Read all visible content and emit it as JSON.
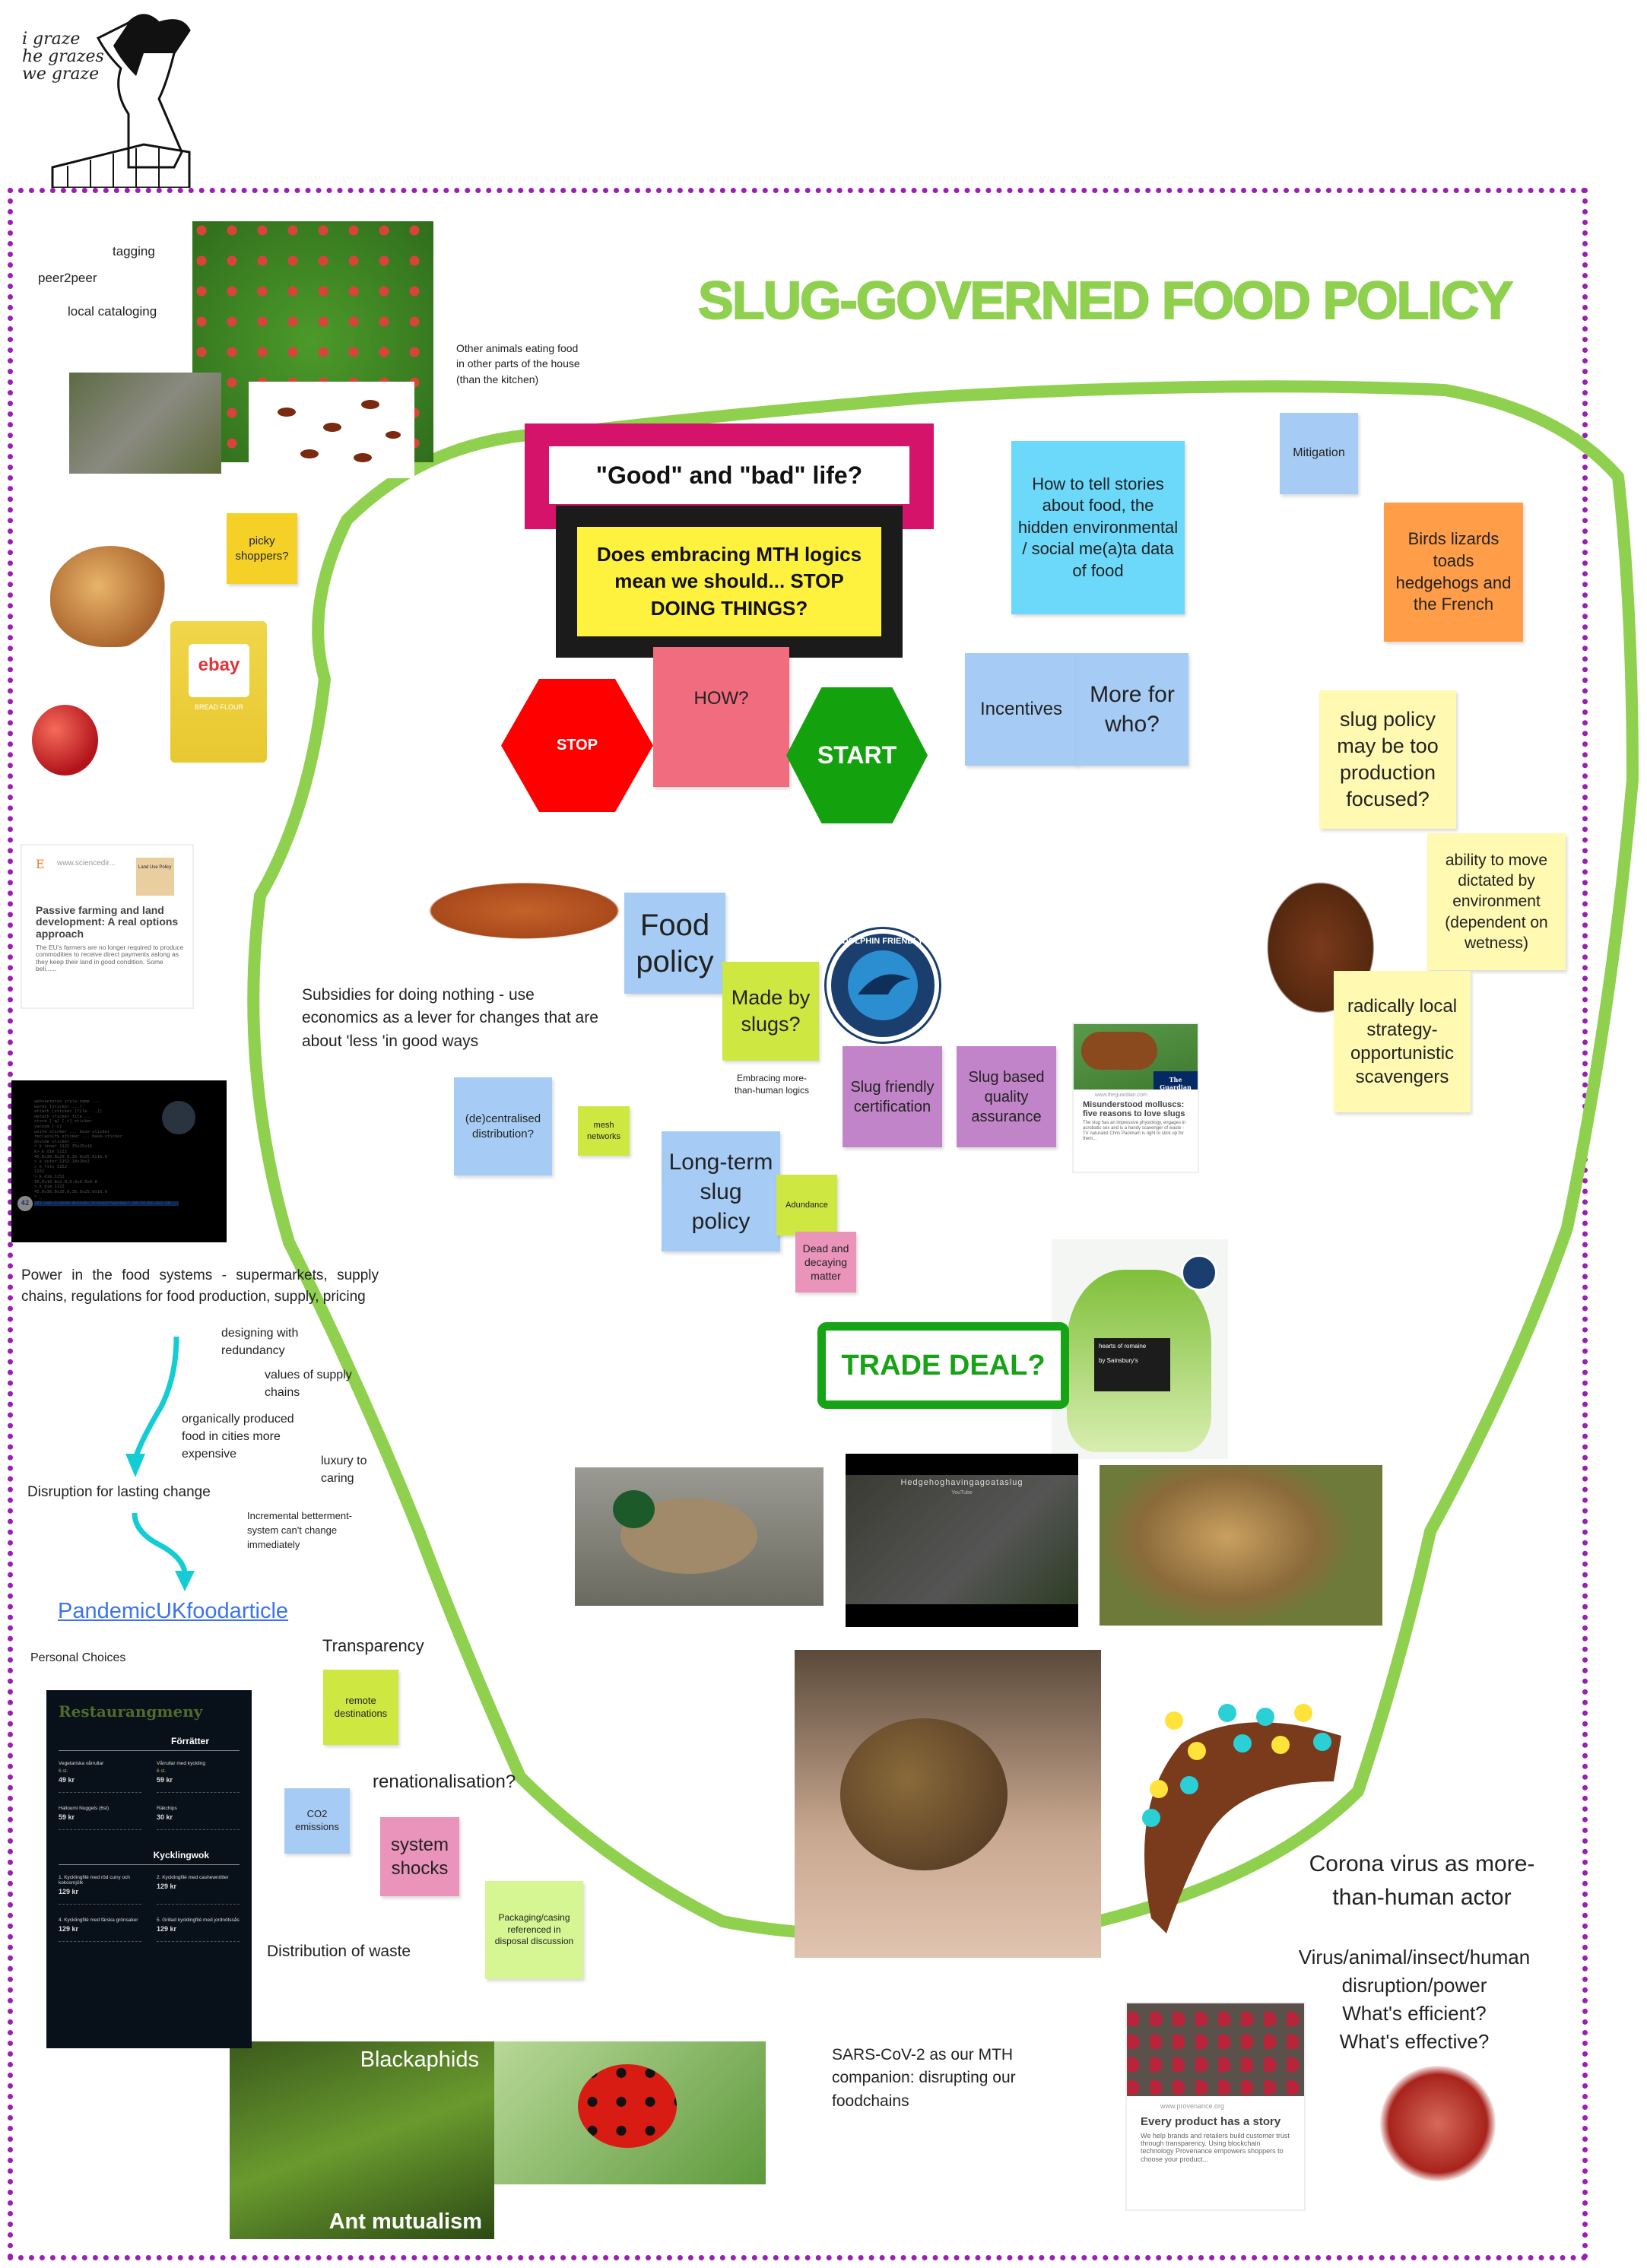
{
  "logo": {
    "text_lines": [
      "i graze",
      "he grazes",
      "we graze"
    ]
  },
  "title": "SLUG-GOVERNED FOOD POLICY",
  "colors": {
    "title": "#8fd14f",
    "blob": "#8fd14f",
    "border": "#9b1fb5",
    "arrow": "#14cdd4",
    "link": "#3b73f0",
    "trade": "#16a316"
  },
  "left_notes": {
    "tagging": "tagging",
    "peer2peer": "peer2peer",
    "local_cataloging": "local cataloging",
    "other_animals": [
      "Other animals eating food",
      "in other parts of the house",
      "(than the kitchen)"
    ],
    "picky": "picky shoppers?"
  },
  "ebay": {
    "logo": "ebay",
    "label": "BREAD FLOUR"
  },
  "sciencedirect": {
    "source": "www.sciencedir...",
    "journal": "Land Use Policy",
    "title": "Passive farming and land development: A real options approach",
    "desc": "The EU's farmers are no longer required to produce commodities to receive direct payments aslong as they keep their land in good condition. Some beli......"
  },
  "terminal": {
    "lines": [
      "websketeton style-name ...",
      "words [sticker ...]",
      "attach [sticker [file ...]]",
      "detach sticker file ...",
      "store [-q] [-t] sticker",
      "vacuum [-v]",
      "unite sticker ... base-sticker",
      "reclassify sticker ... base-sticker",
      "divide sticker ...",
      "> k inner 1122 35x25x16",
      "k> k dim 1122",
      "45.0x30.0x20.0,35.0x25.0x16.0",
      "> k outer 1152 10x10x2",
      "> k fits 1152",
      "1122",
      "> k dim 1152",
      "10.0x10.0x2.0,0.0x0.0x0.0",
      "> k dim 1122",
      "45.0x30.0x20.0,35.0x25.0x16.0",
      "> _"
    ],
    "status": "[0] csh  1:tcsh  4:tcsh- 5:tcsh*\"worker\" 18:13 02-Jul-20",
    "badge": "42"
  },
  "center": {
    "good_bad": "\"Good\" and \"bad\" life?",
    "mth": "Does embracing MTH logics mean we should... STOP DOING THINGS?",
    "stop": "STOP",
    "how": "HOW?",
    "start": "START",
    "stories": "How to tell stories about food, the hidden environmental / social me(a)ta data of food",
    "mitigation": "Mitigation",
    "birds": "Birds lizards toads hedgehogs and the French",
    "incentives": "Incentives",
    "more_for_who": "More for who?",
    "slug_policy": "slug policy may be too production focused?",
    "ability": "ability to move dictated by environment (dependent on wetness)",
    "radically": "radically local strategy- opportunistic scavengers",
    "food_policy": "Food policy",
    "made_by_slugs": "Made by slugs?",
    "embracing": "Embracing more-than-human logics",
    "dolphin": "DOLPHIN FRIENDLY",
    "subsidies": "Subsidies for doing nothing - use economics as a lever for changes that are about 'less 'in good ways",
    "slug_friendly": "Slug friendly certification",
    "slug_quality": "Slug based quality assurance",
    "decentralised": "(de)centralised distribution?",
    "mesh": "mesh networks",
    "long_term": "Long-term slug policy",
    "abundance": "Adundance",
    "dead": "Dead and decaying matter",
    "trade": "TRADE DEAL?",
    "lettuce_label": "hearts of romaine",
    "lettuce_brand": "by Sainsbury's",
    "video_title": "Hedgehoghavingagoataslug",
    "video_source": "YouTube"
  },
  "guardian": {
    "logo": "The Guardian",
    "source": "www.theguardian.com",
    "title": "Misunderstood molluscs: five reasons to love slugs",
    "desc": "The slug has an impressive physiology, engages in acrobatic sex and is a handy scavenger of waste - TV naturalist Chris Packham is right to stick up for them..."
  },
  "power": {
    "text": "Power in the food systems - supermarkets, supply chains, regulations for food production, supply, pricing",
    "designing": "designing with redundancy",
    "values": "values of supply chains",
    "organic": "organically produced food in cities more expensive",
    "luxury": "luxury to caring",
    "disruption": "Disruption for lasting change",
    "incremental": "Incremental betterment- system can't change immediately",
    "link": "PandemicUKfoodarticle",
    "personal": "Personal Choices"
  },
  "menu": {
    "title": "Restaurangmeny",
    "section1": "Förrätter",
    "items1": [
      {
        "name": "Vegetariska vårrullar",
        "qty": "6 st.",
        "price": "49 kr"
      },
      {
        "name": "Vårrullar med kyckling",
        "qty": "6 st.",
        "price": "59 kr"
      },
      {
        "name": "Halloumi Nuggets (6st)",
        "price": "59 kr"
      },
      {
        "name": "Räkchips",
        "price": "30 kr"
      }
    ],
    "section2": "Kycklingwok",
    "items2": [
      {
        "name": "1. Kycklingfilé med röd curry och kokosmjölk",
        "price": "129 kr"
      },
      {
        "name": "2. Kycklingfilé med cashewnötter",
        "price": "129 kr"
      },
      {
        "name": "4. Kycklingfilé med färska grönsaker",
        "price": "129 kr"
      },
      {
        "name": "5. Grillad kycklingfilé med jordnötssås",
        "price": "129 kr"
      }
    ]
  },
  "bottom": {
    "transparency": "Transparency",
    "remote": "remote destinations",
    "co2": "CO2 emissions",
    "renationalisation": "renationalisation?",
    "shocks": "system shocks",
    "packaging": "Packaging/casing referenced in disposal discussion",
    "waste": "Distribution of waste",
    "blackaphids": "Blackaphids",
    "ant": "Ant mutualism",
    "sars": "SARS-CoV-2 as our MTH companion: disrupting our foodchains",
    "corona": "Corona virus as more-than-human actor",
    "questions": [
      "Virus/animal/insect/human",
      "disruption/power",
      "What's efficient?",
      "What's effective?"
    ]
  },
  "provenance": {
    "source": "www.provenance.org",
    "title": "Every product has a story",
    "desc": "We help brands and retailers build customer trust through transparency. Using blockchain technology Provenance empowers shoppers to choose your product..."
  }
}
